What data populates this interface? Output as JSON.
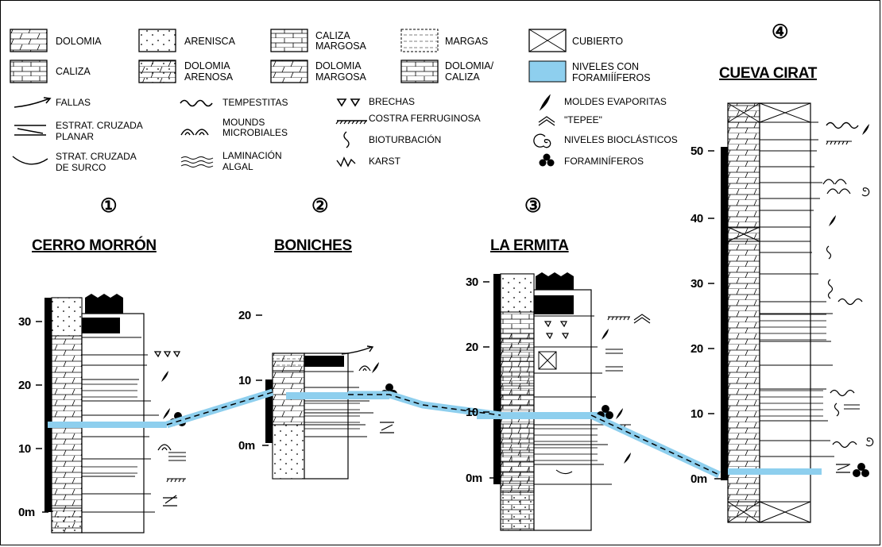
{
  "legend": {
    "dolomia": "DOLOMIA",
    "caliza": "CALIZA",
    "arenisca": "ARENISCA",
    "dolomia_arenosa_1": "DOLOMIA",
    "dolomia_arenosa_2": "ARENOSA",
    "caliza_margosa_1": "CALIZA",
    "caliza_margosa_2": "MARGOSA",
    "dolomia_margosa_1": "DOLOMIA",
    "dolomia_margosa_2": "MARGOSA",
    "margas": "MARGAS",
    "dolomia_caliza_1": "DOLOMIA/",
    "dolomia_caliza_2": "CALIZA",
    "cubierto": "CUBIERTO",
    "niveles_1": "NIVELES CON",
    "niveles_2": "FORAMIÍÍFEROS",
    "fallas": "FALLAS",
    "estrat_1": "ESTRAT. CRUZADA",
    "estrat_2": "PLANAR",
    "strat_1": "STRAT. CRUZADA",
    "strat_2": "DE SURCO",
    "tempestitas": "TEMPESTITAS",
    "mounds_1": "MOUNDS",
    "mounds_2": "MICROBIALES",
    "laminacion_1": "LAMINACIÓN",
    "laminacion_2": "ALGAL",
    "brechas": "BRECHAS",
    "costra": "COSTRA FERRUGINOSA",
    "bioturbacion": "BIOTURBACIÓN",
    "karst": "KARST",
    "moldes": "MOLDES EVAPORITAS",
    "tepee": "\"TEPEE\"",
    "bioclasticos": "NIVELES BIOCLÁSTICOS",
    "foraminiferos": "FORAMINÍFEROS"
  },
  "sections": [
    {
      "number": "①",
      "name": "CERRO MORRÓN",
      "ticks": [
        "30",
        "20",
        "10",
        "0m"
      ]
    },
    {
      "number": "②",
      "name": "BONICHES",
      "ticks": [
        "20",
        "10",
        "0m"
      ]
    },
    {
      "number": "③",
      "name": "LA ERMITA",
      "ticks": [
        "30",
        "20",
        "10",
        "0m"
      ]
    },
    {
      "number": "④",
      "name": "CUEVA CIRAT",
      "ticks": [
        "50",
        "40",
        "30",
        "20",
        "10",
        "0m"
      ]
    }
  ],
  "colors": {
    "foram_band": "#8ecfee",
    "line": "#000000"
  }
}
